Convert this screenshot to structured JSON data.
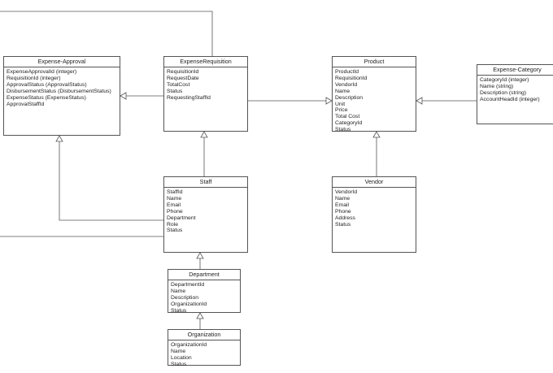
{
  "diagram": {
    "colors": {
      "line": "#555555",
      "text": "#222222",
      "background": "#ffffff"
    },
    "classes": {
      "expense_approval": {
        "title": "Expense-Approval",
        "attributes": [
          "ExpenseApprovalId (integer)",
          "RequisitionId (integer)",
          "ApprovalStatus (ApprovalStatus)",
          "DisbursementStatus (DisbursementStatus)",
          "ExpenseStatus (ExpenseStatus)",
          "ApprovalStaffId"
        ]
      },
      "expense_requisition": {
        "title": "ExpenseRequisition",
        "attributes": [
          "RequisitionId",
          "RequestDate",
          "TotalCost",
          "Status",
          "RequestingStaffId"
        ]
      },
      "product": {
        "title": "Product",
        "attributes": [
          "ProductId",
          "RequisitionId",
          "VendorId",
          "Name",
          "Description",
          "Unit",
          "Price",
          "Total Cost",
          "CategoryId",
          "Status"
        ]
      },
      "expense_category": {
        "title": "Expense-Category",
        "attributes": [
          "CategoryId (integer)",
          "Name (string)",
          "Description (string)",
          "AccountHeadId (integer)"
        ]
      },
      "staff": {
        "title": "Staff",
        "attributes": [
          "StaffId",
          "Name",
          "Email",
          "Phone",
          "Department",
          "Role",
          "Status"
        ]
      },
      "vendor": {
        "title": "Vendor",
        "attributes": [
          "VendorId",
          "Name",
          "Email",
          "Phone",
          "Address",
          "Status"
        ]
      },
      "department": {
        "title": "Department",
        "attributes": [
          "DepartmentId",
          "Name",
          "Description",
          "OrganizationId",
          "Status"
        ]
      },
      "organization": {
        "title": "Organization",
        "attributes": [
          "OrganizationId",
          "Name",
          "Location",
          "Status"
        ]
      }
    }
  }
}
